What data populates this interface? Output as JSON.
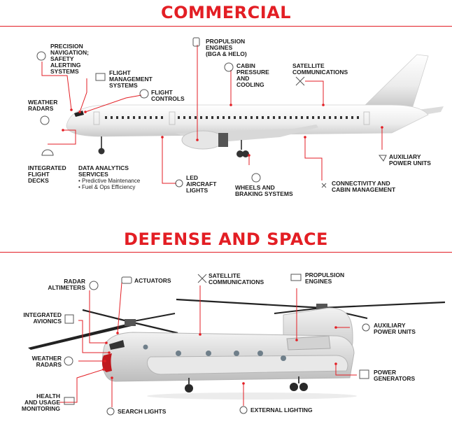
{
  "commercial": {
    "title": "COMMERCIAL",
    "labels": {
      "precision_navigation": "PRECISION\nNAVIGATION;\nSAFETY\nALERTING\nSYSTEMS",
      "flight_management": "FLIGHT\nMANAGEMENT\nSYSTEMS",
      "flight_controls": "FLIGHT\nCONTROLS",
      "propulsion": "PROPULSION\nENGINES\n(BGA & HELO)",
      "cabin_pressure": "CABIN\nPRESSURE\nAND\nCOOLING",
      "satellite": "SATELLITE\nCOMMUNICATIONS",
      "weather_radars": "WEATHER\nRADARS",
      "integrated_flight_decks": "INTEGRATED\nFLIGHT\nDECKS",
      "data_analytics": "DATA ANALYTICS\nSERVICES",
      "data_analytics_items": [
        "• Predictive Maintenance",
        "• Fuel & Ops Efficiency"
      ],
      "led_lights": "LED\nAIRCRAFT\nLIGHTS",
      "wheels_braking": "WHEELS AND\nBRAKING SYSTEMS",
      "connectivity": "CONNECTIVITY AND\nCABIN MANAGEMENT",
      "auxiliary": "AUXILIARY\nPOWER UNITS"
    }
  },
  "defense": {
    "title": "DEFENSE AND SPACE",
    "labels": {
      "radar_altimeters": "RADAR\nALTIMETERS",
      "actuators": "ACTUATORS",
      "satellite": "SATELLITE\nCOMMUNICATIONS",
      "propulsion": "PROPULSION\nENGINES",
      "integrated_avionics": "INTEGRATED\nAVIONICS",
      "auxiliary": "AUXILIARY\nPOWER UNITS",
      "weather_radars": "WEATHER\nRADARS",
      "power_generators": "POWER\nGENERATORS",
      "health_usage": "HEALTH\nAND USAGE\nMONITORING",
      "search_lights": "SEARCH LIGHTS",
      "external_lighting": "EXTERNAL LIGHTING"
    }
  },
  "colors": {
    "accent": "#e31e24",
    "text": "#1b1b1b",
    "aircraft": "#eeeeee"
  }
}
